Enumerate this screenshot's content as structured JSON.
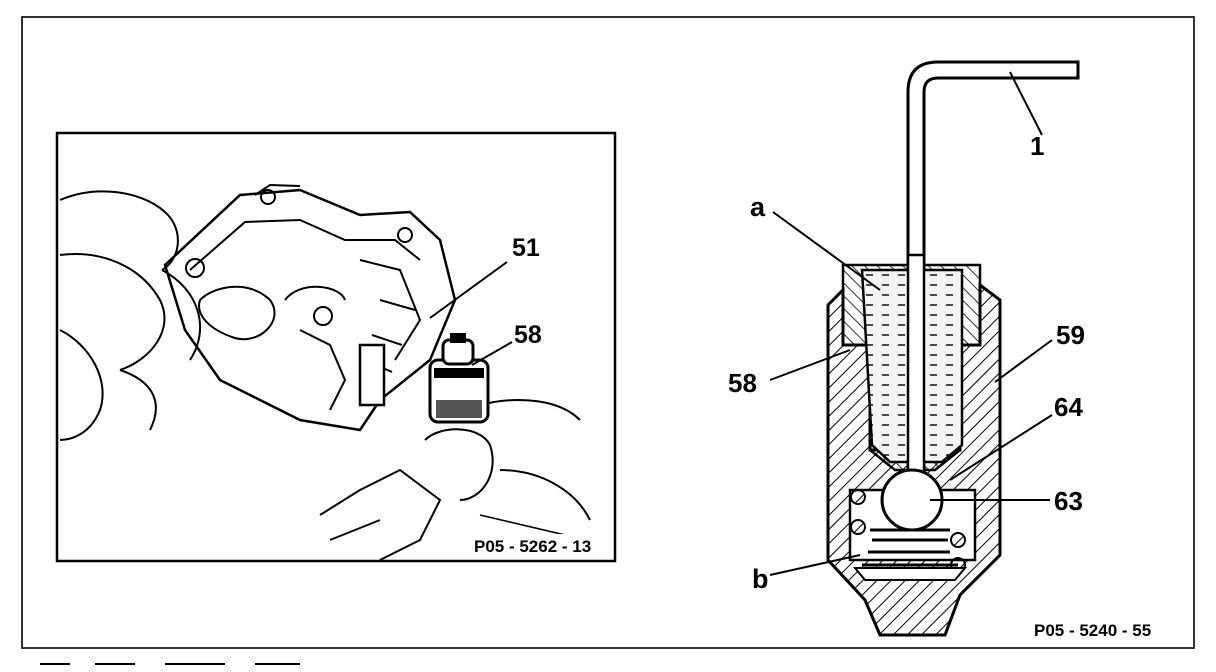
{
  "left_figure": {
    "callouts": [
      "51",
      "58"
    ],
    "figure_code": "P05 - 5262 - 13"
  },
  "right_figure": {
    "callouts": [
      "1",
      "a",
      "59",
      "58",
      "64",
      "63",
      "b"
    ],
    "figure_code": "P05 - 5240 - 55"
  },
  "colors": {
    "ink": "#000000",
    "paper": "#ffffff",
    "oil_fill": "#f4f4f4"
  }
}
